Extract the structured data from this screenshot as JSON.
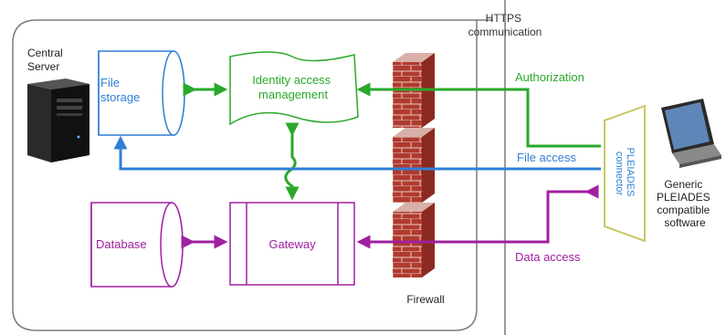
{
  "labels": {
    "https": [
      "HTTPS",
      "communication"
    ],
    "central_server": [
      "Central",
      "Server"
    ],
    "file_storage": [
      "File",
      "storage"
    ],
    "identity": [
      "Identity access",
      "management"
    ],
    "database": "Database",
    "gateway": "Gateway",
    "firewall": "Firewall",
    "authorization": "Authorization",
    "file_access": "File access",
    "data_access": "Data access",
    "connector": [
      "PLEIADES",
      "connector"
    ],
    "client": [
      "Generic",
      "PLEIADES",
      "compatible",
      "software"
    ]
  },
  "colors": {
    "file_flow": "#2f7fd6",
    "auth_flow": "#2aa82a",
    "data_flow": "#a020a0",
    "connector": "#c8c864",
    "firewall": "#b03a2e",
    "frame": "#7a7a7a"
  },
  "icons": [
    "server-tower-icon",
    "firewall-icon",
    "laptop-icon"
  ]
}
